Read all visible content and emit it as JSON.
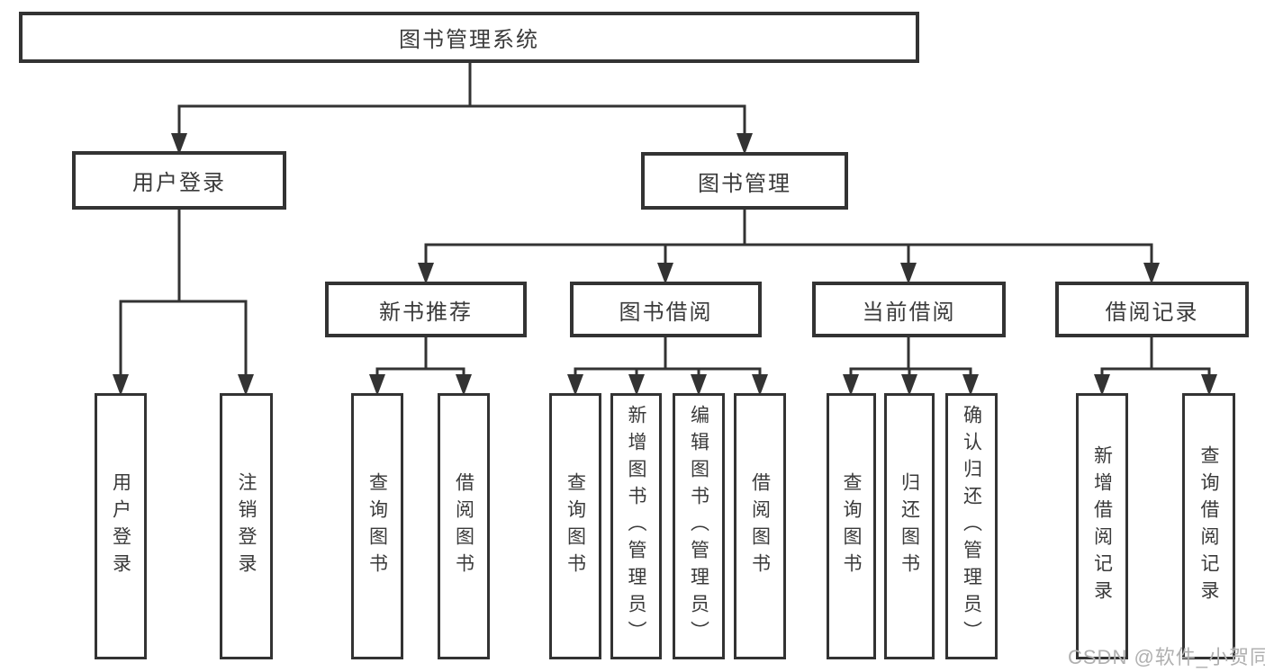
{
  "tree": {
    "root": {
      "label": "图书管理系统"
    },
    "branches": [
      {
        "label": "用户登录",
        "leaves": [
          "用户登录",
          "注销登录"
        ]
      },
      {
        "label": "图书管理",
        "sections": [
          {
            "label": "新书推荐",
            "leaves": [
              "查询图书",
              "借阅图书"
            ]
          },
          {
            "label": "图书借阅",
            "leaves": [
              "查询图书",
              "新增图书（管理员）",
              "编辑图书（管理员）",
              "借阅图书"
            ]
          },
          {
            "label": "当前借阅",
            "leaves": [
              "查询图书",
              "归还图书",
              "确认归还（管理员）"
            ]
          },
          {
            "label": "借阅记录",
            "leaves": [
              "新增借阅记录",
              "查询借阅记录"
            ]
          }
        ]
      }
    ]
  },
  "watermark": "CSDN @软件_小贺同学",
  "colors": {
    "line": "#333333",
    "text": "#3a3a3a",
    "box_fill": "#ffffff",
    "background": "#ffffff",
    "watermark": "#b0b0b0"
  }
}
